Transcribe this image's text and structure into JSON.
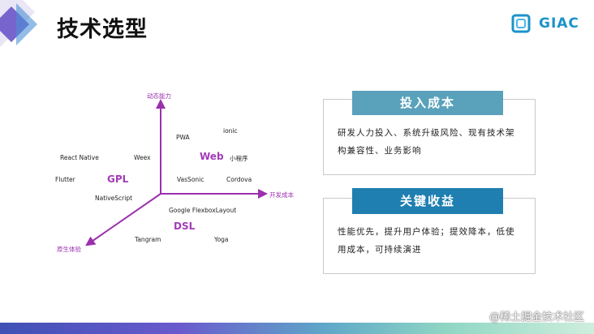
{
  "page": {
    "title": "技术选型"
  },
  "logo": {
    "text": "GIAC"
  },
  "diagram": {
    "axes": {
      "up": "动态能力",
      "right": "开发成本",
      "down_left": "原生体验"
    },
    "categories": {
      "web": "Web",
      "gpl": "GPL",
      "dsl": "DSL"
    },
    "items": {
      "pwa": "PWA",
      "ionic": "ionic",
      "react_native": "React Native",
      "weex": "Weex",
      "mini_program": "小程序",
      "flutter": "Flutter",
      "vassonic": "VasSonic",
      "cordova": "Cordova",
      "nativescript": "NativeScript",
      "google_flexbox": "Google FlexboxLayout",
      "tangram": "Tangram",
      "yoga": "Yoga"
    },
    "colors": {
      "axis": "#9b2fae"
    }
  },
  "cards": [
    {
      "title": "投入成本",
      "body_line1": "研发人力投入、系统升级风险、现有技术架",
      "body_line2": "构兼容性、业务影响",
      "color": "#5aa1bb"
    },
    {
      "title": "关键收益",
      "body_line1": "性能优先，提升用户体验；提效降本，低使",
      "body_line2": "用成本，可持续演进",
      "color": "#1e7fb0"
    }
  ],
  "watermark": "@稀土掘金技术社区"
}
